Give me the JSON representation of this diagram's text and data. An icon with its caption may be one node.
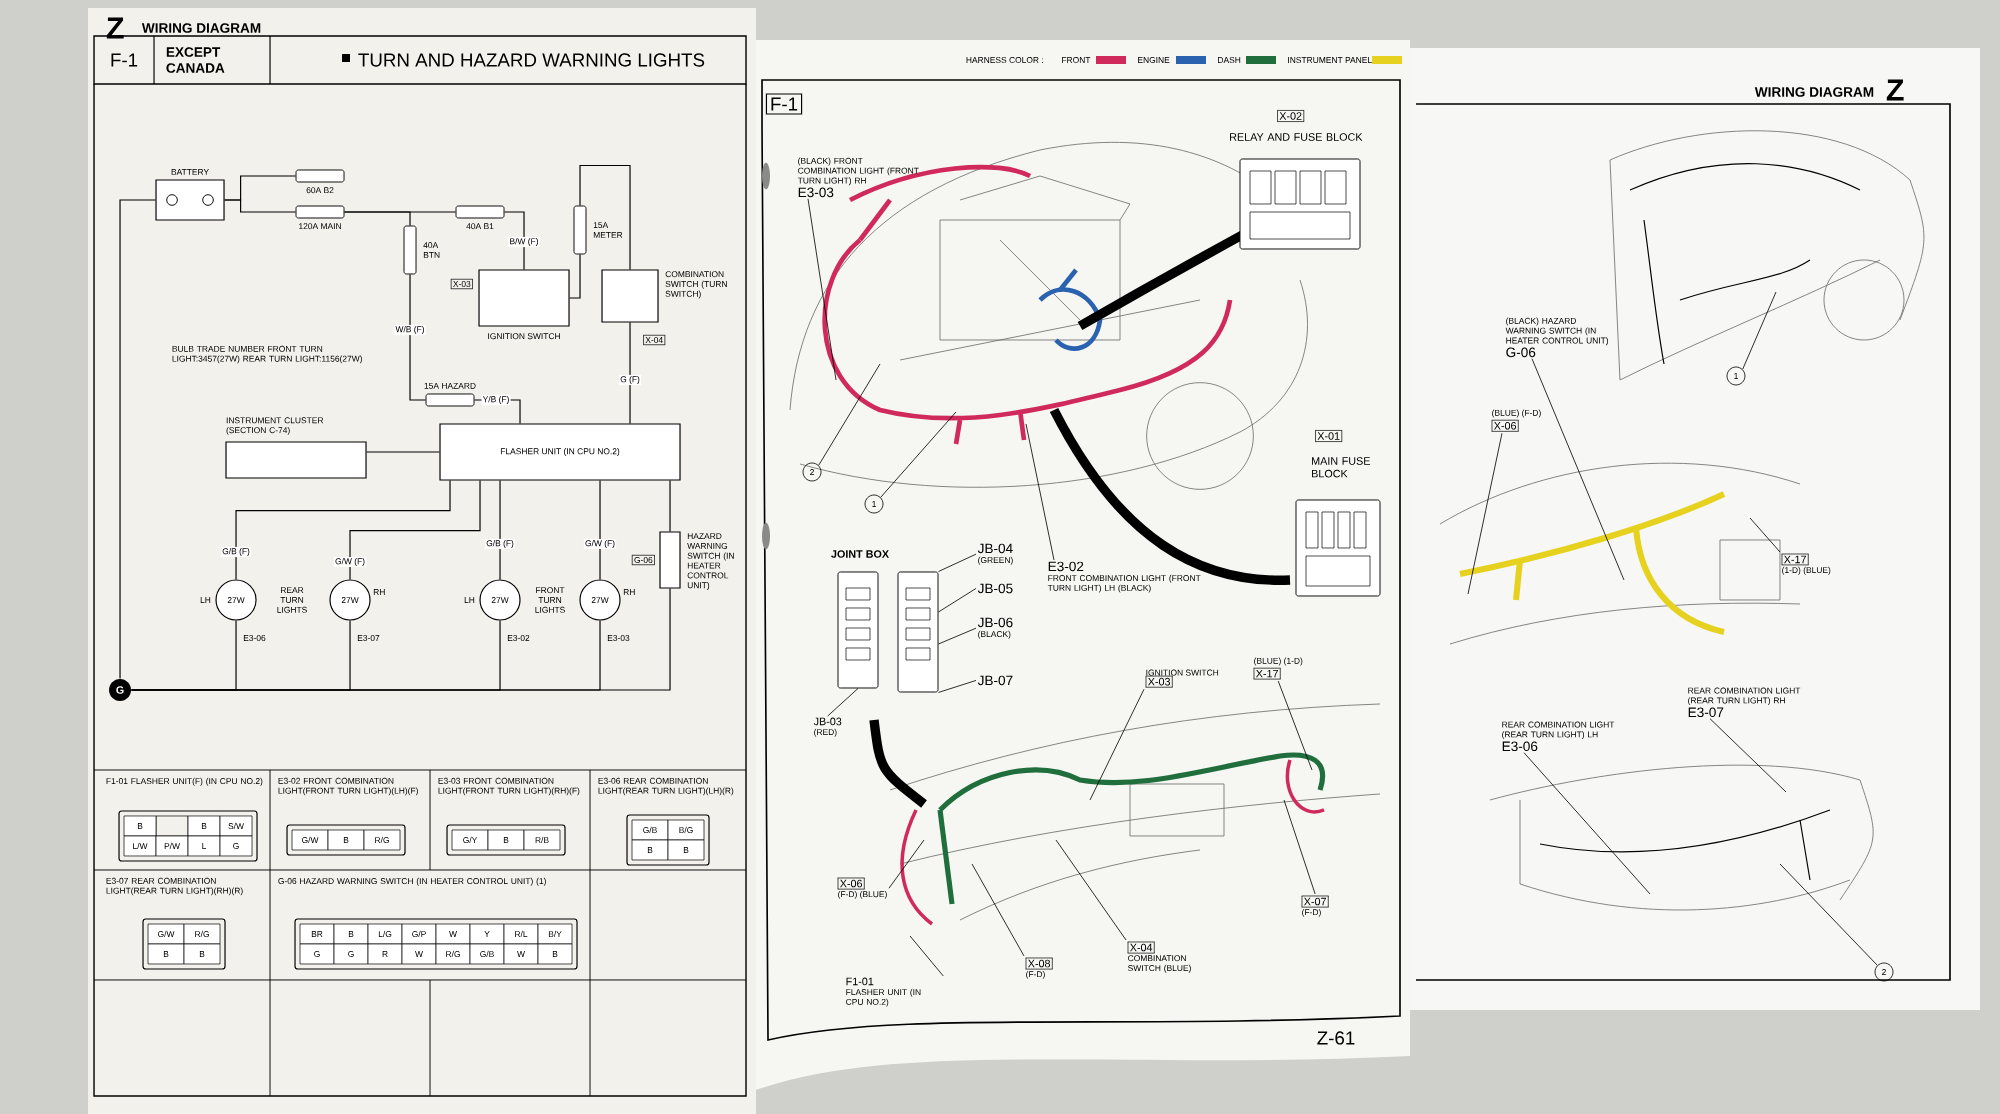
{
  "diagram": {
    "nodes": [
      {
        "text": [
          "BATTERY"
        ]
      },
      {
        "text": [
          "60A B2"
        ]
      },
      {
        "text": [
          "120A MAIN"
        ]
      },
      {
        "text": [
          "40A BTN"
        ]
      },
      {
        "text": [
          "40A B1"
        ]
      },
      {
        "text": [
          "IGNITION SWITCH"
        ],
        "beside": [
          "X-03"
        ]
      },
      {
        "text": [
          "15A METER"
        ]
      },
      {
        "text": [
          "COMBINATION SWITCH (TURN SWITCH)"
        ],
        "beside": [
          "X-04"
        ]
      },
      {
        "text": [
          "15A HAZARD"
        ]
      },
      {
        "text": [
          "FLASHER UNIT (IN CPU NO.2)"
        ]
      },
      {
        "text": [
          "INSTRUMENT CLUSTER (SECTION C-74)"
        ]
      },
      {
        "text": [
          "27W"
        ],
        "beside": [
          "E3-06",
          "LH"
        ]
      },
      {
        "text": [
          "27W"
        ],
        "beside": [
          "E3-07",
          "RH"
        ]
      },
      {
        "text": [
          "27W"
        ],
        "beside": [
          "E3-02",
          "LH"
        ]
      },
      {
        "text": [
          "27W"
        ],
        "beside": [
          "E3-03",
          "RH"
        ]
      },
      {
        "text": [
          "HAZARD WARNING SWITCH (IN HEATER CONTROL UNIT)"
        ],
        "beside": [
          "G-06"
        ]
      },
      {
        "text": [
          "(BLACK) FRONT COMBINATION LIGHT (FRONT TURN LIGHT) RH",
          "E3-03"
        ]
      },
      {
        "text": [
          "X-02",
          "RELAY AND FUSE BLOCK"
        ]
      },
      {
        "text": [
          "1"
        ]
      },
      {
        "text": [
          "2"
        ]
      },
      {
        "text": [
          "E3-02",
          "FRONT COMBINATION LIGHT (FRONT TURN LIGHT) LH (BLACK)"
        ]
      },
      {
        "text": [
          "X-01",
          "MAIN FUSE BLOCK"
        ]
      },
      {
        "text": [],
        "shape": "picture"
      },
      {
        "text": [],
        "shape": "picture"
      },
      {
        "text": [
          "JB-04",
          "(GREEN)"
        ]
      },
      {
        "text": [
          "JB-05"
        ]
      },
      {
        "text": [
          "JB-06",
          "(BLACK)"
        ]
      },
      {
        "text": [
          "JB-07"
        ]
      },
      {
        "text": [
          "JB-03",
          "(RED)"
        ]
      },
      {
        "text": [
          "IGNITION SWITCH",
          "X-03"
        ]
      },
      {
        "text": [
          "(BLUE) (1-D)",
          "X-17"
        ]
      },
      {
        "text": [
          "X-06",
          "(F-D) (BLUE)"
        ]
      },
      {
        "text": [
          "X-08",
          "(F-D)"
        ]
      },
      {
        "text": [
          "X-04",
          "COMBINATION SWITCH (BLUE)"
        ]
      },
      {
        "text": [
          "X-07",
          "(F-D)"
        ]
      },
      {
        "text": [
          "F1-01",
          "FLASHER UNIT (IN CPU NO.2)"
        ]
      },
      {
        "text": [
          "(BLACK) HAZARD WARNING SWITCH (IN HEATER CONTROL UNIT)",
          "G-06"
        ]
      },
      {
        "text": [
          "1"
        ]
      },
      {
        "text": [
          "(BLUE) (F-D)",
          "X-06"
        ]
      },
      {
        "text": [
          "X-17",
          "(1-D) (BLUE)"
        ]
      },
      {
        "text": [
          "REAR COMBINATION LIGHT (REAR TURN LIGHT) RH",
          "E3-07"
        ]
      },
      {
        "text": [
          "REAR COMBINATION LIGHT (REAR TURN LIGHT) LH",
          "E3-06"
        ]
      },
      {
        "text": [
          "2"
        ]
      },
      {
        "text": [
          "G"
        ]
      },
      {
        "text": [],
        "shape": "picture"
      },
      {
        "text": [],
        "shape": "picture"
      }
    ],
    "edges": [
      {
        "from": 0,
        "to": 2,
        "arrow": "none"
      },
      {
        "from": 0,
        "to": 1,
        "arrow": "none"
      },
      {
        "from": 2,
        "to": 3,
        "arrow": "none"
      },
      {
        "from": 2,
        "to": 4,
        "arrow": "none"
      },
      {
        "from": 4,
        "to": 5,
        "arrow": "none",
        "label": "B/W (F)"
      },
      {
        "from": 5,
        "to": 6,
        "arrow": "none"
      },
      {
        "from": 6,
        "to": 7,
        "arrow": "none"
      },
      {
        "from": 3,
        "to": 8,
        "arrow": "none",
        "label": "W/B (F)"
      },
      {
        "from": 8,
        "to": 9,
        "arrow": "none",
        "label": "Y/B (F)"
      },
      {
        "from": 7,
        "to": 9,
        "arrow": "none",
        "label": "G (F)"
      },
      {
        "from": 9,
        "to": 10,
        "arrow": "none"
      },
      {
        "from": 9,
        "to": 11,
        "arrow": "none",
        "label": "G/B (F)"
      },
      {
        "from": 9,
        "to": 12,
        "arrow": "none",
        "label": "G/W (F)"
      },
      {
        "from": 9,
        "to": 13,
        "arrow": "none",
        "label": "G/B (F)"
      },
      {
        "from": 9,
        "to": 14,
        "arrow": "none",
        "label": "G/W (F)"
      },
      {
        "from": 9,
        "to": 15,
        "arrow": "none"
      },
      {
        "from": 16,
        "to": null,
        "arrow": "none"
      },
      {
        "from": 18,
        "to": null,
        "arrow": "none"
      },
      {
        "from": 19,
        "to": null,
        "arrow": "none"
      },
      {
        "from": 20,
        "to": null,
        "arrow": "none"
      },
      {
        "from": 24,
        "to": 23,
        "arrow": "none"
      },
      {
        "from": 25,
        "to": 23,
        "arrow": "none"
      },
      {
        "from": 26,
        "to": 23,
        "arrow": "none"
      },
      {
        "from": 27,
        "to": 23,
        "arrow": "none"
      },
      {
        "from": 28,
        "to": 22,
        "arrow": "none"
      },
      {
        "from": 29,
        "to": null,
        "arrow": "none"
      },
      {
        "from": 30,
        "to": null,
        "arrow": "none"
      },
      {
        "from": 31,
        "to": null,
        "arrow": "none"
      },
      {
        "from": 32,
        "to": null,
        "arrow": "none"
      },
      {
        "from": 33,
        "to": null,
        "arrow": "none"
      },
      {
        "from": 34,
        "to": null,
        "arrow": "none"
      },
      {
        "from": 35,
        "to": null,
        "arrow": "none"
      },
      {
        "from": 36,
        "to": 44,
        "arrow": "none"
      },
      {
        "from": 37,
        "to": null,
        "arrow": "none"
      },
      {
        "from": 38,
        "to": 44,
        "arrow": "none"
      },
      {
        "from": 39,
        "to": 44,
        "arrow": "none"
      },
      {
        "from": 40,
        "to": 45,
        "arrow": "none"
      },
      {
        "from": 41,
        "to": 45,
        "arrow": "none"
      },
      {
        "from": 42,
        "to": 45,
        "arrow": "none"
      },
      {
        "from": 0,
        "to": 43,
        "arrow": "none"
      },
      {
        "from": 11,
        "to": 43,
        "arrow": "none"
      },
      {
        "from": 12,
        "to": 43,
        "arrow": "none"
      },
      {
        "from": 13,
        "to": 43,
        "arrow": "none"
      },
      {
        "from": 14,
        "to": 43,
        "arrow": "none"
      },
      {
        "from": 15,
        "to": 43,
        "arrow": "none"
      }
    ],
    "labels": [
      "Z",
      "WIRING DIAGRAM",
      "F-1",
      "EXCEPT CANADA",
      "TURN AND HAZARD WARNING LIGHTS",
      "BULB TRADE NUMBER FRONT TURN LIGHT:3457(27W) REAR TURN LIGHT:1156(27W)",
      "REAR TURN LIGHTS",
      "FRONT TURN LIGHTS",
      "F1-01 FLASHER UNIT(F) (IN CPU NO.2)",
      "E3-02 FRONT COMBINATION LIGHT(FRONT TURN LIGHT)(LH)(F)",
      "E3-03 FRONT COMBINATION LIGHT(FRONT TURN LIGHT)(RH)(F)",
      "E3-06 REAR COMBINATION LIGHT(REAR TURN LIGHT)(LH)(R)",
      "E3-07 REAR COMBINATION LIGHT(REAR TURN LIGHT)(RH)(R)",
      "G-06 HAZARD WARNING SWITCH (IN HEATER CONTROL UNIT) (1)",
      "B",
      "B",
      "S/W",
      "L/W",
      "P/W",
      "L",
      "G",
      "G/W",
      "B",
      "R/G",
      "G/Y",
      "B",
      "R/B",
      "G/B",
      "B/G",
      "B",
      "B",
      "G/W",
      "R/G",
      "B",
      "B",
      "BR",
      "B",
      "L/G",
      "G/P",
      "W",
      "Y",
      "R/L",
      "B/Y",
      "G",
      "G",
      "R",
      "W",
      "R/G",
      "G/B",
      "W",
      "B",
      "HARNESS COLOR :",
      "F-1",
      "JOINT BOX",
      "Z-61",
      "WIRING DIAGRAM",
      "Z"
    ],
    "legend": [
      {
        "text": "FRONT",
        "color": "#d02a5c"
      },
      {
        "text": "ENGINE",
        "color": "#2a62b0"
      },
      {
        "text": "DASH",
        "color": "#1f6e3c"
      },
      {
        "text": "INSTRUMENT PANEL",
        "color": "#e6d21e"
      }
    ]
  }
}
